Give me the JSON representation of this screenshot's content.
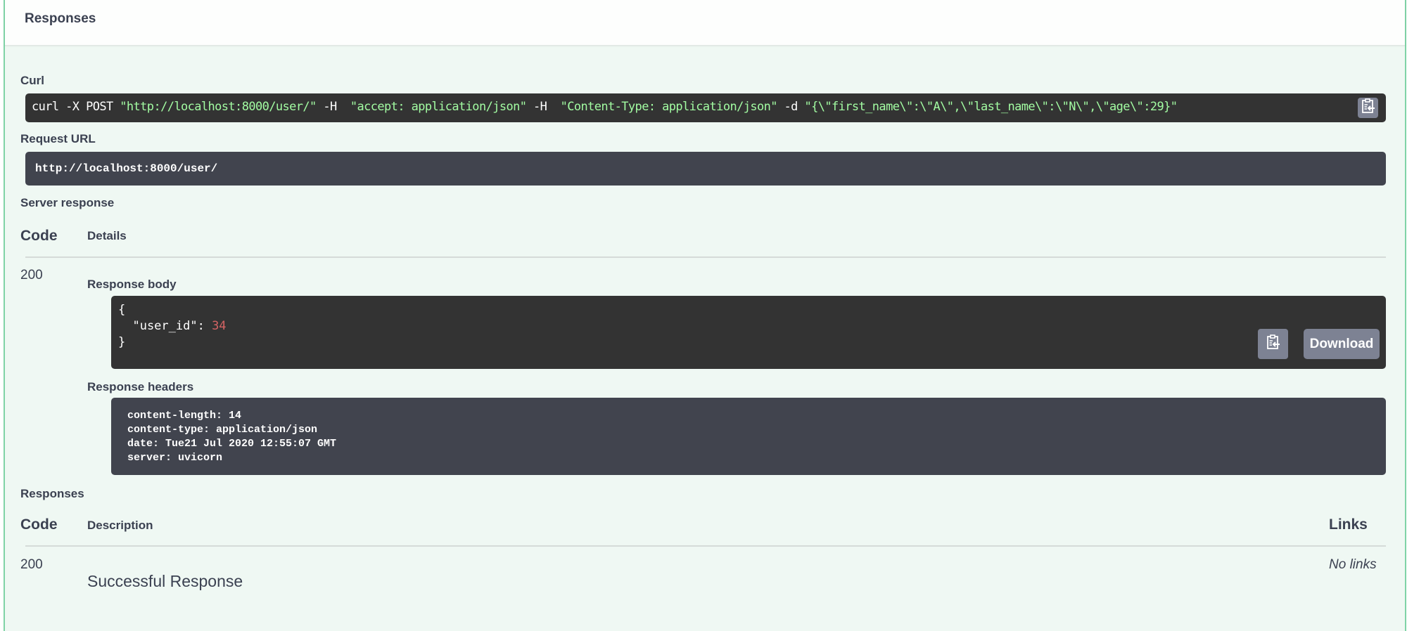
{
  "panel": {
    "title": "Responses"
  },
  "curl": {
    "label": "Curl",
    "command_prefix": "curl -X POST ",
    "url": "\"http://localhost:8000/user/\"",
    "flag_h1": " -H  ",
    "header_accept": "\"accept: application/json\"",
    "flag_h2": " -H  ",
    "header_content_type": "\"Content-Type: application/json\"",
    "flag_d": " -d ",
    "payload": "\"{\\\"first_name\\\":\\\"A\\\",\\\"last_name\\\":\\\"N\\\",\\\"age\\\":29}\"",
    "copy_icon": "clipboard-copy-icon"
  },
  "request_url": {
    "label": "Request URL",
    "value": "http://localhost:8000/user/"
  },
  "server_response": {
    "label": "Server response",
    "columns": {
      "code": "Code",
      "details": "Details"
    },
    "code": "200",
    "response_body": {
      "label": "Response body",
      "open_brace": "{",
      "key": "  \"user_id\": ",
      "value": "34",
      "close_brace": "}",
      "copy_icon": "clipboard-copy-icon",
      "download_label": "Download"
    },
    "response_headers": {
      "label": "Response headers",
      "lines": [
        "content-length: 14",
        "content-type: application/json",
        "date: Tue21 Jul 2020 12:55:07 GMT",
        "server: uvicorn"
      ]
    }
  },
  "responses": {
    "label": "Responses",
    "columns": {
      "code": "Code",
      "description": "Description",
      "links": "Links"
    },
    "rows": [
      {
        "code": "200",
        "description": "Successful Response",
        "links": "No links"
      }
    ]
  },
  "colors": {
    "panel_bg": "#eff8f3",
    "panel_border": "#7fd3a6",
    "code_bg": "#333333",
    "url_bg": "#41444e",
    "string_green": "#a2fca2",
    "number_red": "#d36363",
    "button_gray": "#7d8293",
    "text": "#3b4151"
  }
}
